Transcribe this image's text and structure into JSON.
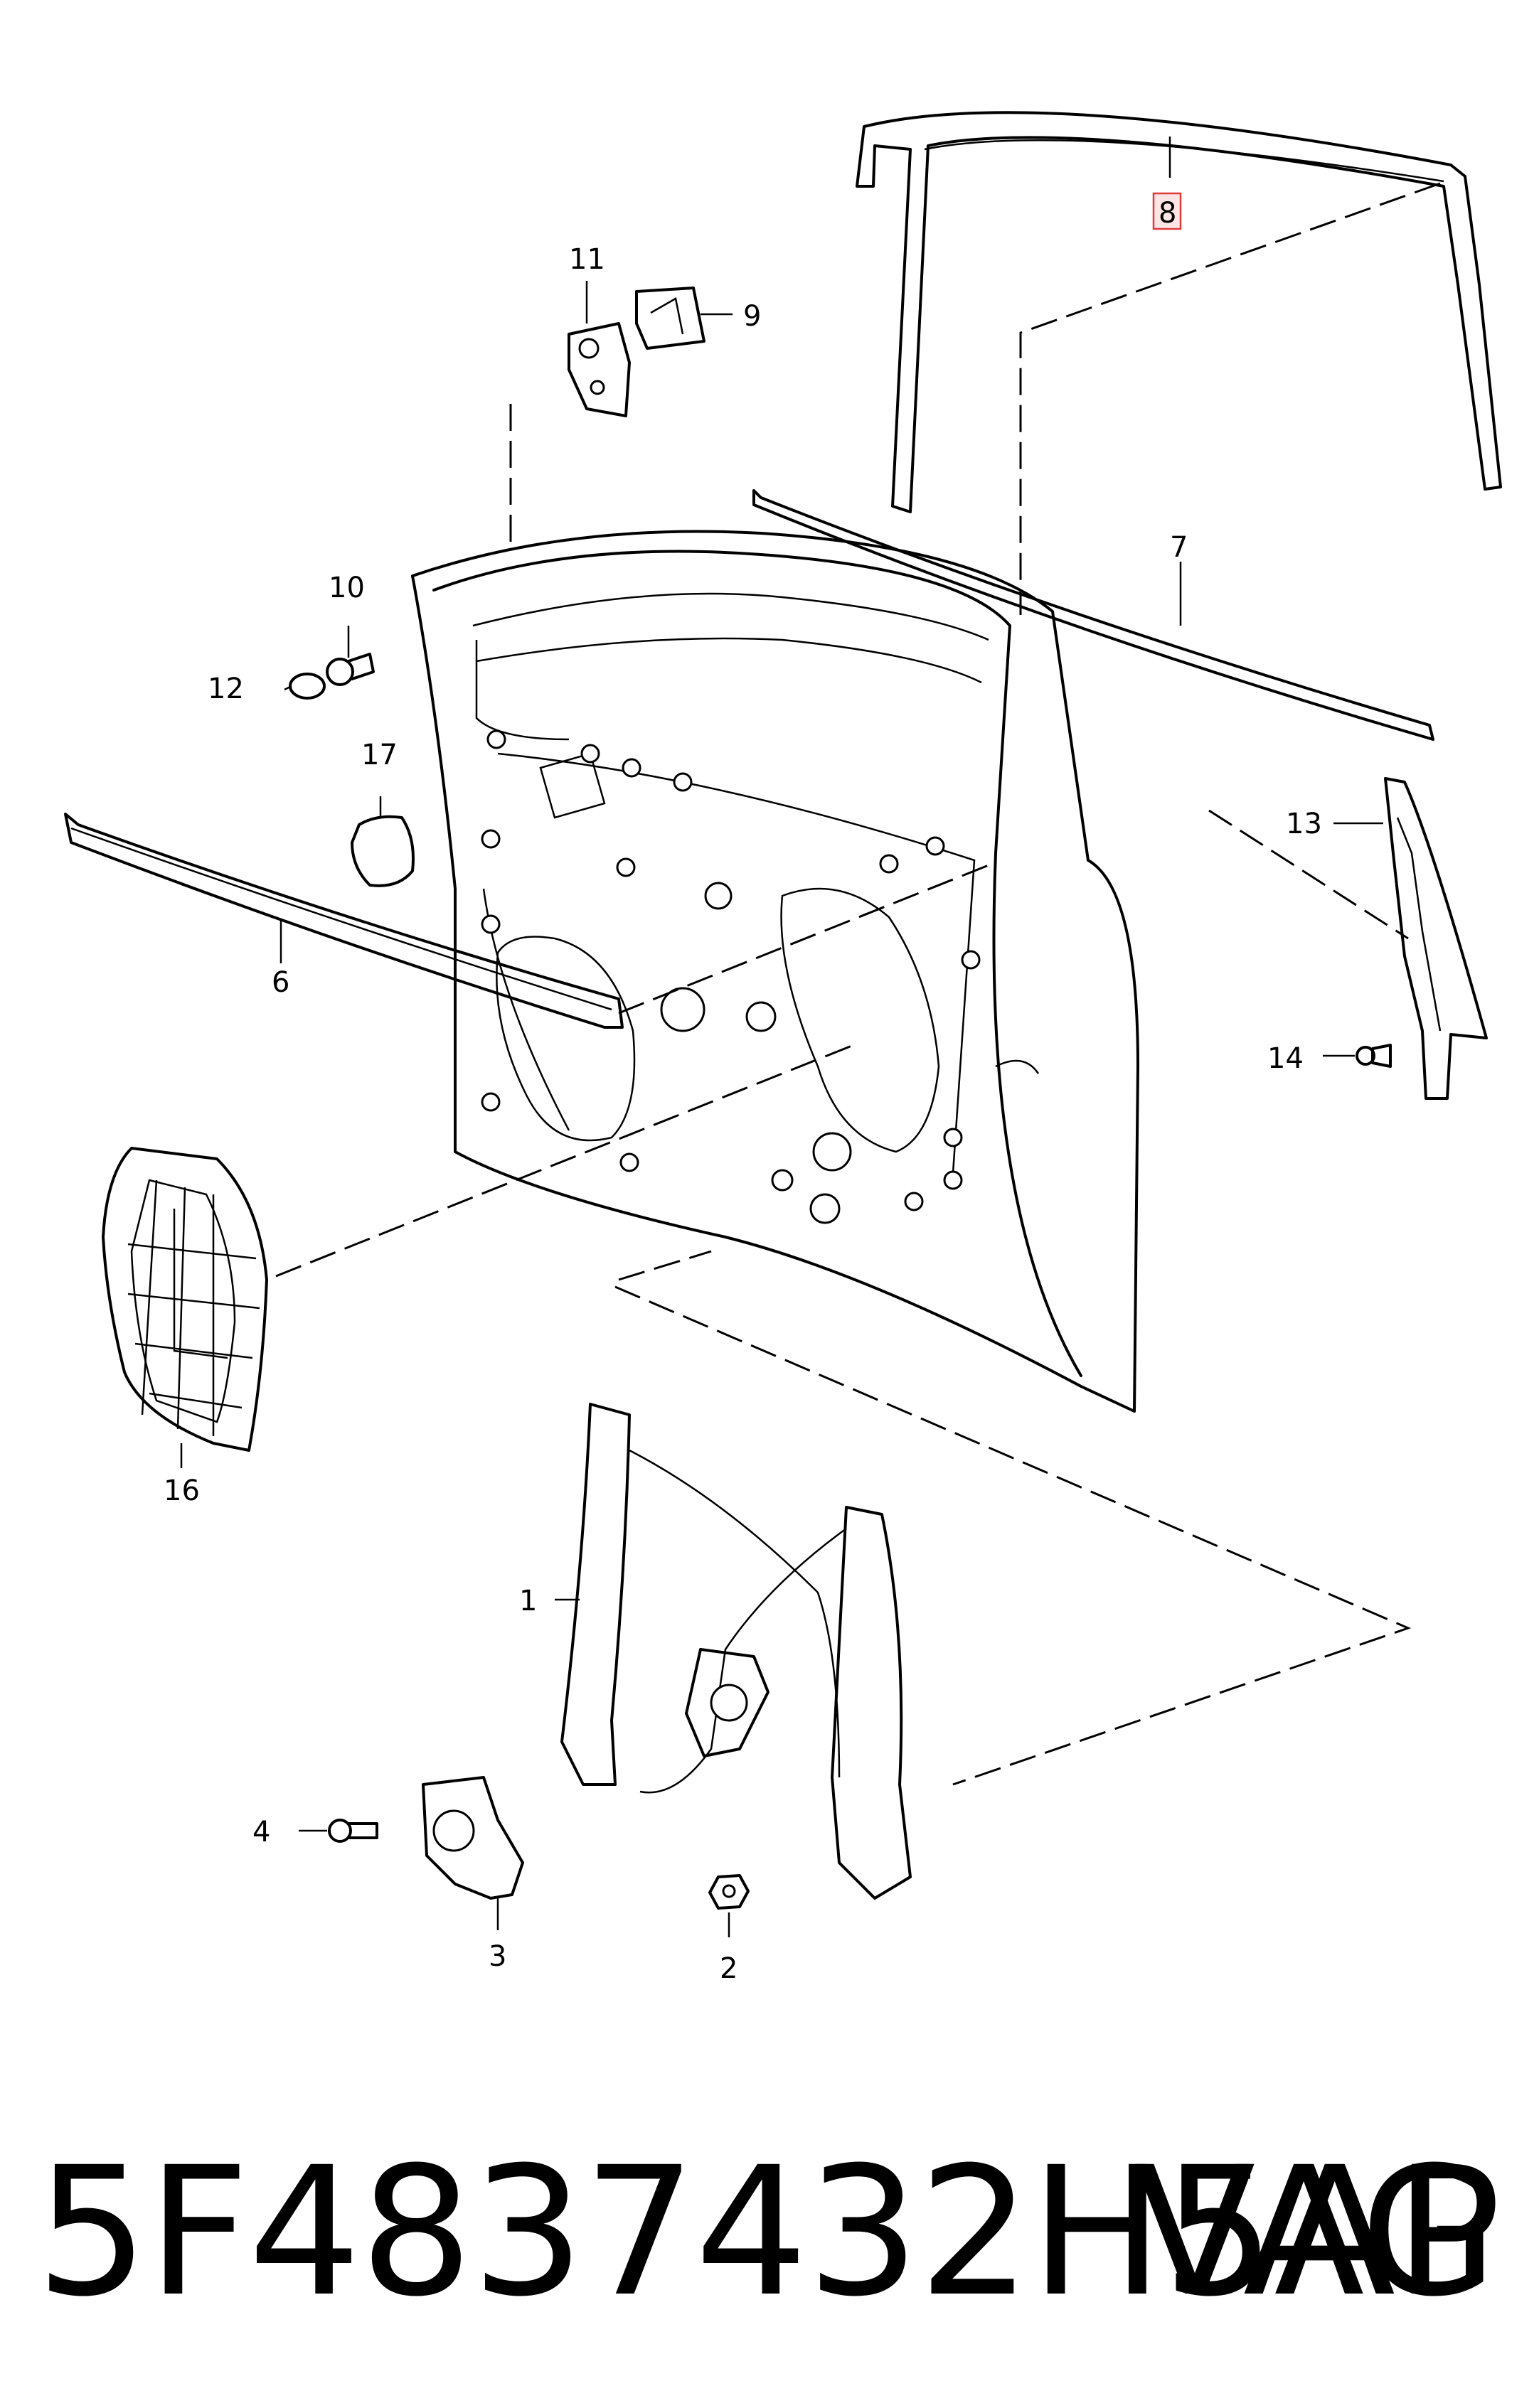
{
  "diagram": {
    "callouts": [
      "1",
      "2",
      "3",
      "4",
      "6",
      "7",
      "8",
      "9",
      "10",
      "11",
      "12",
      "13",
      "14",
      "16",
      "17"
    ],
    "highlighted_callout": "8",
    "highlight_color": "#e03b3b"
  },
  "footer": {
    "part_number": "5F4837432H5AP",
    "brand": "VAG"
  }
}
